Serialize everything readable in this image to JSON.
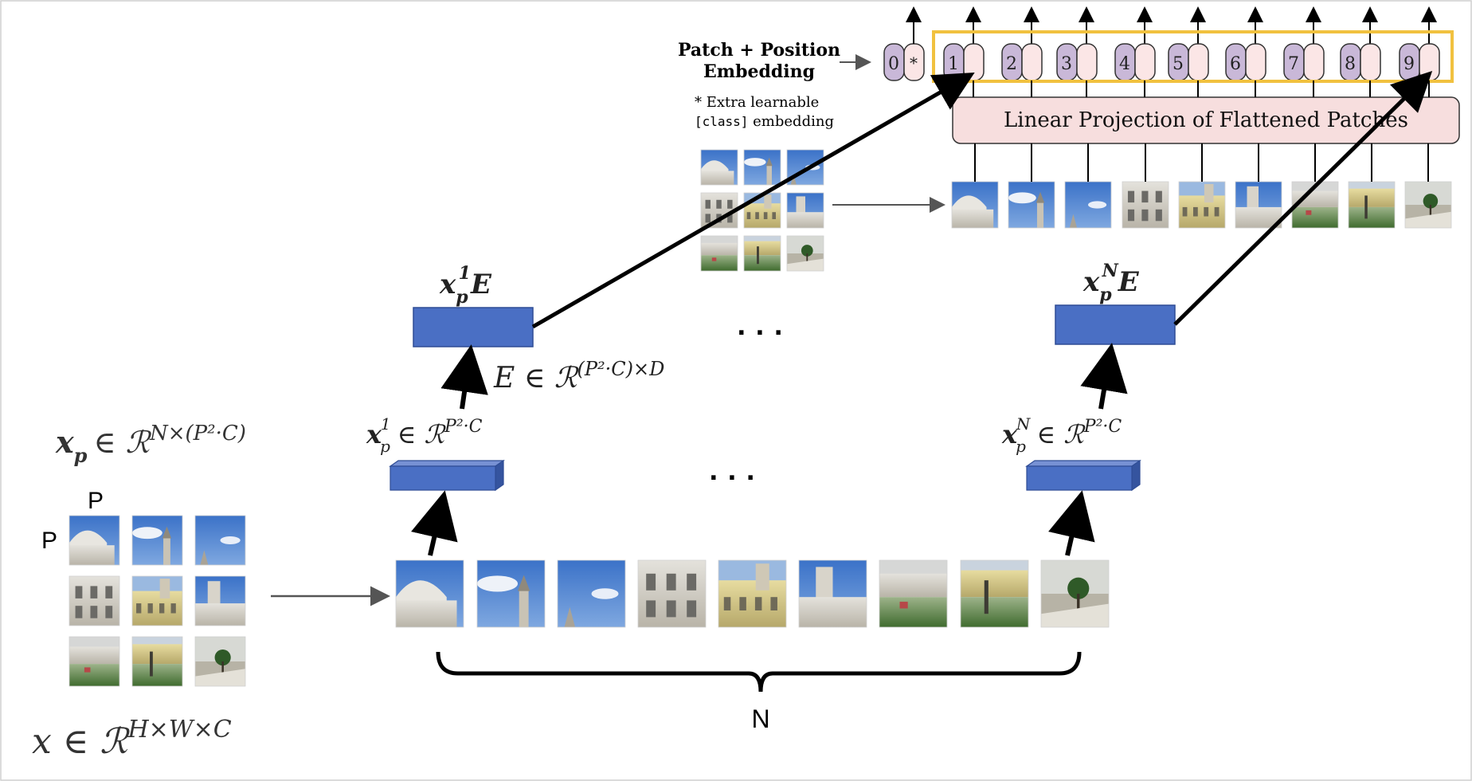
{
  "top": {
    "embedding_label_line1": "Patch + Position",
    "embedding_label_line2": "Embedding",
    "extra_note_line1": "* Extra learnable",
    "extra_note_code": "[class]",
    "extra_note_line2_rest": " embedding",
    "projection_label": "Linear Projection of Flattened Patches",
    "class_token_label": "0",
    "class_token_star": "*",
    "token_labels": [
      "1",
      "2",
      "3",
      "4",
      "5",
      "6",
      "7",
      "8",
      "9"
    ]
  },
  "math": {
    "x1pE_base": "x",
    "x1pE_sub": "p",
    "x1pE_sup": "1",
    "x1pE_tail": "E",
    "xNpE_base": "x",
    "xNpE_sub": "p",
    "xNpE_sup": "N",
    "xNpE_tail": "E",
    "E_space": "E ∈ ℛ",
    "E_space_sup": "(P²·C)×D",
    "xp_space": "∈ ℛ",
    "xp_space_sup": "N×(P²·C)",
    "x1p_space": "∈ ℛ",
    "x1p_space_sup": "P²·C",
    "xNp_space": "∈ ℛ",
    "xNp_space_sup": "P²·C",
    "x_space": "x ∈ ℛ",
    "x_space_sup": "H×W×C",
    "ellipsis": "· · ·"
  },
  "labels": {
    "patch_size_top": "P",
    "patch_size_left": "P",
    "N": "N"
  },
  "colors": {
    "box_blue": "#4a6fc4",
    "box_blue_dark": "#2f4d95",
    "projection_fill": "#f7dede",
    "token_purple": "#c9b8d8",
    "token_pink": "#fbe6e6",
    "highlight_yellow": "#f1c13f",
    "text_dark": "#3a3a3a"
  }
}
